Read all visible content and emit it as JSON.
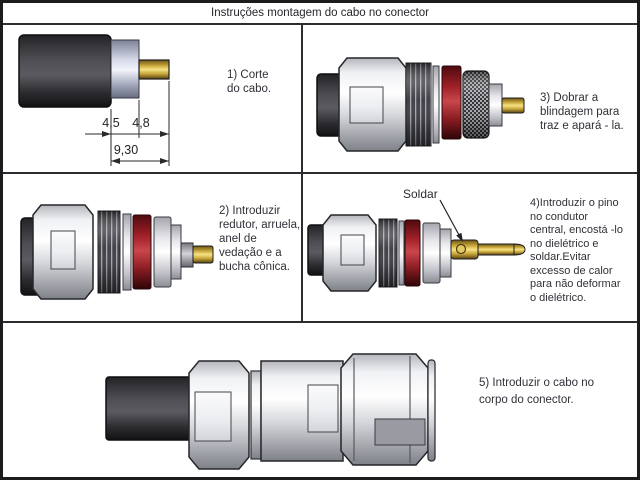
{
  "title": "Instruções montagem do cabo no conector",
  "dimensions": {
    "segment_a": "4,5",
    "segment_b": "4,8",
    "total": "9,30"
  },
  "annotations": {
    "solder_label": "Soldar"
  },
  "steps": [
    {
      "number": "1",
      "text": "1) Corte\ndo cabo."
    },
    {
      "number": "2",
      "text": "2) Introduzir\nredutor, arruela,\nanel de\nvedação e a\nbucha cônica."
    },
    {
      "number": "3",
      "text": "3) Dobrar a\nblindagem para\ntraz e apará - la."
    },
    {
      "number": "4",
      "text": "4)Introduzir o pino\nno condutor\ncentral, encostá -lo\nno dielétrico e\nsoldar.Evitar\nexcesso de calor\npara não deformar\no dielétrico."
    },
    {
      "number": "5",
      "text": "5) Introduzir o cabo no\ncorpo do conector."
    }
  ],
  "colors": {
    "border": "#1c1c1f",
    "text": "#303138",
    "seal_red": "#a8242b",
    "pin_gold": "#e7c95c",
    "cable_black": "#2f2f33",
    "metal_silver": "#d7d8dc",
    "braid_silver": "#ccd1e2"
  }
}
